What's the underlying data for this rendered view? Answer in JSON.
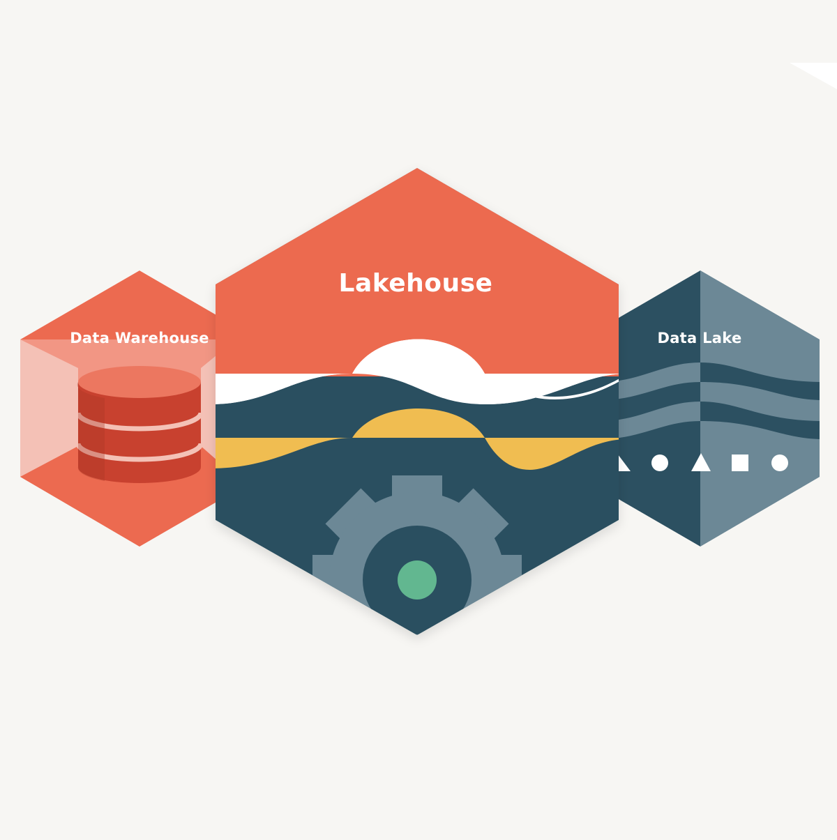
{
  "diagram": {
    "left_node": {
      "label": "Data Warehouse"
    },
    "center_node": {
      "label": "Lakehouse"
    },
    "right_node": {
      "label": "Data Lake"
    }
  },
  "colors": {
    "background": "#f7f6f3",
    "coral": "#ec6a50",
    "coral_light": "#f29684",
    "coral_pale": "#f4c1b6",
    "cylinder": "#c8412f",
    "cylinder_dark": "#a93626",
    "navy": "#2c5061",
    "slate": "#6c8896",
    "yellow": "#f0bd51",
    "green": "#62b790",
    "white": "#ffffff"
  },
  "icons": {
    "left_node": "database-icon",
    "center_node": "gear-icon",
    "right_node": "shapes-icon"
  }
}
